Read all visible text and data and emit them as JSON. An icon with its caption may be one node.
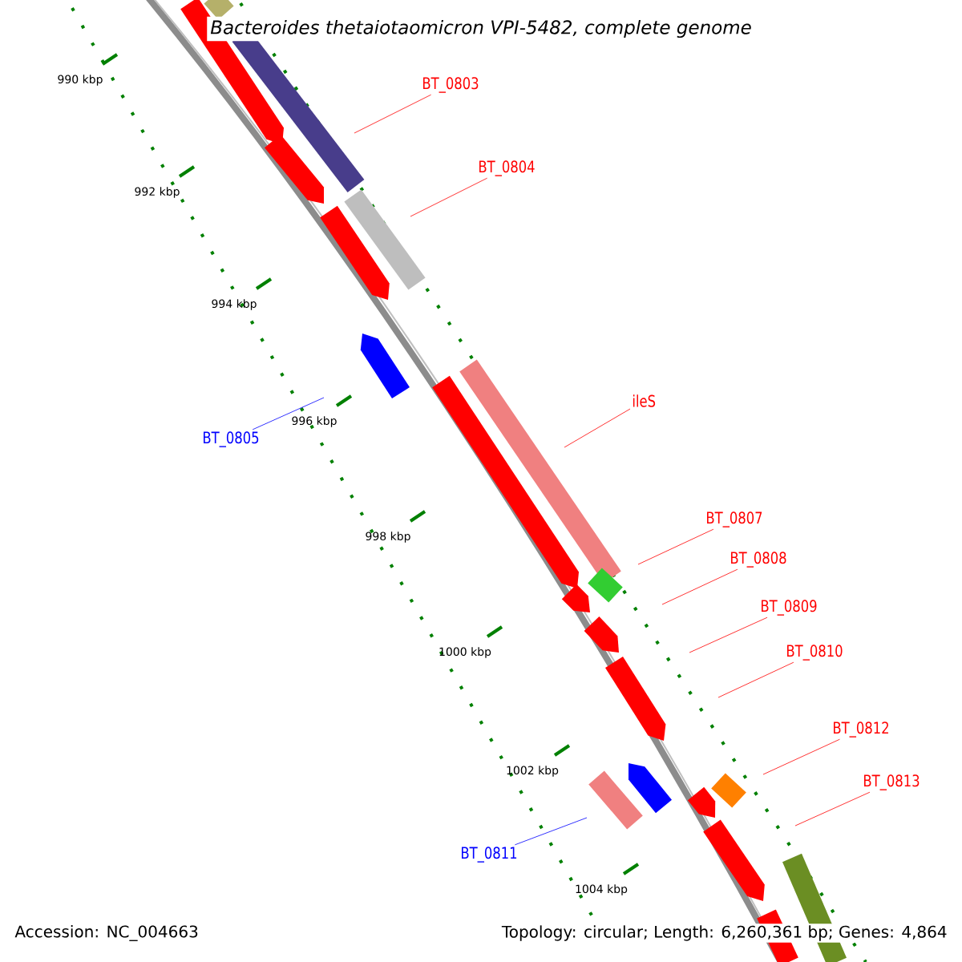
{
  "diagram": {
    "title": "Bacteroides thetaiotaomicron VPI-5482, complete genome",
    "nodes": [
      {
        "text": [
          "BT_0803"
        ]
      },
      {
        "text": [
          "BT_0804"
        ]
      },
      {
        "text": [
          "BT_0805"
        ]
      },
      {
        "text": [
          "ileS"
        ]
      },
      {
        "text": [
          "BT_0807"
        ]
      },
      {
        "text": [
          "BT_0808"
        ]
      },
      {
        "text": [
          "BT_0809"
        ]
      },
      {
        "text": [
          "BT_0810"
        ]
      },
      {
        "text": [
          "BT_0812"
        ]
      },
      {
        "text": [
          "BT_0813"
        ]
      },
      {
        "text": [
          "BT_0811"
        ]
      }
    ],
    "edges": [
      {
        "from": 0,
        "to": null,
        "arrow": "none"
      },
      {
        "from": 1,
        "to": null,
        "arrow": "none"
      },
      {
        "from": 2,
        "to": null,
        "arrow": "none",
        "color": "#0000ff"
      },
      {
        "from": 3,
        "to": null,
        "arrow": "none"
      },
      {
        "from": 4,
        "to": null,
        "arrow": "none"
      },
      {
        "from": 5,
        "to": null,
        "arrow": "none"
      },
      {
        "from": 6,
        "to": null,
        "arrow": "none"
      },
      {
        "from": 7,
        "to": null,
        "arrow": "none"
      },
      {
        "from": 8,
        "to": null,
        "arrow": "none"
      },
      {
        "from": 9,
        "to": null,
        "arrow": "none"
      },
      {
        "from": 10,
        "to": null,
        "arrow": "none",
        "color": "#0000ff"
      }
    ],
    "labels": [
      "990 kbp",
      "992 kbp",
      "994 kbp",
      "996 kbp",
      "998 kbp",
      "1000 kbp",
      "1002 kbp",
      "1004 kbp",
      "Accession: NC_004663",
      "Topology: circular; Length: 6,260,361 bp; Genes: 4,864"
    ]
  }
}
